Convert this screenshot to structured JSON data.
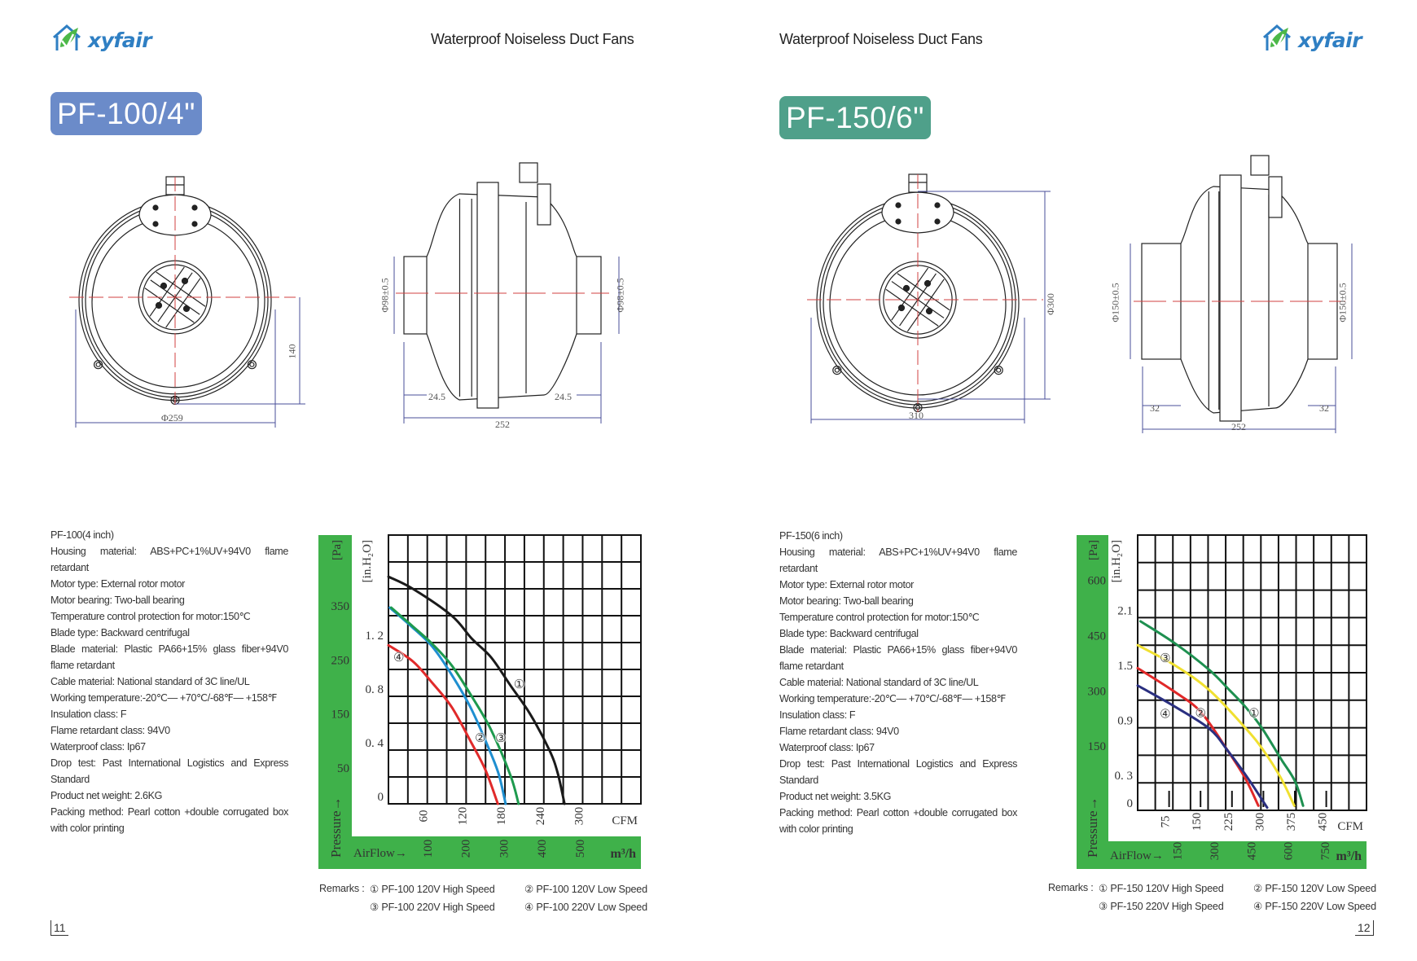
{
  "pages": [
    {
      "logo": "xyfair",
      "header": "Waterproof Noiseless Duct Fans",
      "model_badge": "PF-100/4\"",
      "badge_color": "#6b8bc9",
      "drawing_labels": {
        "front_width": "Φ259",
        "front_height": "140",
        "duct_left": "Φ98±0.5",
        "duct_right": "Φ98±0.5",
        "collar_left": "24.5",
        "collar_right": "24.5",
        "length": "252"
      },
      "specs": [
        "PF-100(4 inch)",
        "Housing material: ABS+PC+1%UV+94V0 flame retardant",
        "Motor type: External rotor motor",
        "Motor bearing: Two-ball bearing",
        "Temperature control protection for motor:150℃",
        "Blade type: Backward centrifugal",
        "Blade material: Plastic PA66+15% glass fiber+94V0 flame retardant",
        "Cable material: National standard of 3C line/UL",
        "Working temperature:-20℃— +70℃/-68℉— +158℉",
        "Insulation class: F",
        "Flame retardant class: 94V0",
        "Waterproof class: Ip67",
        "Drop test: Past International Logistics and Express Standard",
        "Product net weight: 2.6KG",
        "Packing method: Pearl cotton +double corrugated box with color printing"
      ],
      "remarks": {
        "prefix": "Remarks :",
        "items": [
          "① PF-100  120V  High Speed",
          "② PF-100  120V Low Speed",
          "③ PF-100  220V  High Speed",
          "④ PF-100  220V Low Speed"
        ]
      },
      "page_number": "11"
    },
    {
      "logo": "xyfair",
      "header": "Waterproof Noiseless Duct Fans",
      "model_badge": "PF-150/6\"",
      "badge_color": "#4fa08a",
      "drawing_labels": {
        "front_width": "310",
        "front_height": "Φ300",
        "duct_left": "Φ150±0.5",
        "duct_right": "Φ150±0.5",
        "collar_left": "32",
        "collar_right": "32",
        "length": "252"
      },
      "specs": [
        "PF-150(6 inch)",
        "Housing material: ABS+PC+1%UV+94V0 flame retardant",
        "Motor type: External rotor motor",
        "Motor bearing: Two-ball bearing",
        "Temperature control protection for motor:150℃",
        "Blade type: Backward centrifugal",
        "Blade material: Plastic PA66+15% glass fiber+94V0 flame retardant",
        "Cable material: National standard of 3C line/UL",
        "Working temperature:-20℃— +70℃/-68℉— +158℉",
        "Insulation class: F",
        "Flame retardant class: 94V0",
        "Waterproof class: Ip67",
        "Drop test: Past International Logistics and Express Standard",
        "Product net weight: 3.5KG",
        "Packing method: Pearl cotton +double corrugated box with color printing"
      ],
      "remarks": {
        "prefix": "Remarks :",
        "items": [
          "① PF-150  120V  High Speed",
          "② PF-150  120V Low Speed",
          "③ PF-150  220V  High Speed",
          "④ PF-150  220V Low Speed"
        ]
      },
      "page_number": "12"
    }
  ],
  "chart_data": [
    {
      "type": "line",
      "title": "",
      "xlabel": "AirFlow→",
      "ylabel": "Pressure→",
      "x_unit_primary": "CFM",
      "x_unit_secondary": "m³/h",
      "y_unit_primary": "[in.H₂O]",
      "y_unit_secondary": "[Pa]",
      "xlim": [
        0,
        390
      ],
      "ylim": [
        0,
        2.0
      ],
      "x_grid_step": 30,
      "y_grid_step": 0.2,
      "grid": true,
      "cfm_ticks": [
        60,
        120,
        180,
        240,
        300
      ],
      "m3h_ticks": [
        100,
        200,
        300,
        400,
        500
      ],
      "inh2o_ticks": [
        0,
        0.4,
        0.8,
        1.2
      ],
      "inh2o_tick_labels": [
        "0",
        "0. 4",
        "0. 8",
        "1. 2"
      ],
      "pa_ticks": [
        50,
        150,
        250,
        350
      ],
      "bottom_tick_marks": false,
      "series": [
        {
          "name": "PF-100 120V High Speed",
          "marker": "①",
          "color": "#1a1a1a",
          "label_at": [
            202,
            0.89
          ],
          "points": [
            [
              0,
              1.69
            ],
            [
              37.7,
              1.6
            ],
            [
              97.7,
              1.4
            ],
            [
              128.6,
              1.23
            ],
            [
              158.6,
              1.09
            ],
            [
              188.6,
              0.88
            ],
            [
              218.6,
              0.67
            ],
            [
              248.6,
              0.4
            ],
            [
              261.4,
              0.23
            ],
            [
              272,
              0
            ]
          ]
        },
        {
          "name": "PF-100 120V Low Speed",
          "marker": "②",
          "color": "#1f8fd0",
          "label_at": [
            142,
            0.49
          ],
          "points": [
            [
              2,
              1.46
            ],
            [
              37.7,
              1.31
            ],
            [
              67.7,
              1.17
            ],
            [
              97.7,
              0.96
            ],
            [
              128.6,
              0.7
            ],
            [
              158.6,
              0.37
            ],
            [
              171,
              0.21
            ],
            [
              181,
              0
            ]
          ]
        },
        {
          "name": "PF-100 220V High Speed",
          "marker": "③",
          "color": "#1e9a4e",
          "label_at": [
            173.6,
            0.49
          ],
          "points": [
            [
              4.3,
              1.46
            ],
            [
              37.7,
              1.32
            ],
            [
              67.7,
              1.19
            ],
            [
              97.7,
              1.03
            ],
            [
              128.6,
              0.8
            ],
            [
              158.6,
              0.55
            ],
            [
              188.6,
              0.21
            ],
            [
              201,
              0
            ]
          ]
        },
        {
          "name": "PF-100 220V Low Speed",
          "marker": "④",
          "color": "#e02a2a",
          "label_at": [
            16,
            1.09
          ],
          "points": [
            [
              0,
              1.18
            ],
            [
              37.7,
              1.06
            ],
            [
              67.7,
              0.9
            ],
            [
              97.7,
              0.72
            ],
            [
              128.6,
              0.45
            ],
            [
              150,
              0.25
            ],
            [
              169,
              0
            ]
          ]
        }
      ]
    },
    {
      "type": "line",
      "title": "",
      "xlabel": "AirFlow→",
      "ylabel": "Pressure→",
      "x_unit_primary": "CFM",
      "x_unit_secondary": "m³/h",
      "y_unit_primary": "[in.H₂O]",
      "y_unit_secondary": "[Pa]",
      "xlim": [
        0,
        546
      ],
      "ylim": [
        0,
        3.0
      ],
      "x_grid_step": 42,
      "y_grid_step": 0.3,
      "grid": true,
      "cfm_ticks": [
        75,
        150,
        225,
        300,
        375,
        450
      ],
      "m3h_ticks": [
        150,
        300,
        450,
        600,
        750
      ],
      "inh2o_ticks": [
        0,
        0.3,
        0.9,
        1.5,
        2.1
      ],
      "inh2o_tick_labels": [
        "0",
        "0. 3",
        "0.9",
        "1.5",
        "2.1"
      ],
      "pa_ticks": [
        150,
        300,
        450,
        600
      ],
      "bottom_tick_marks": true,
      "series": [
        {
          "name": "PF-150 120V High Speed",
          "marker": "①",
          "color": "#1e9050",
          "label_at": [
            277.6,
            1.06
          ],
          "points": [
            [
              6.6,
              2.06
            ],
            [
              88.8,
              1.82
            ],
            [
              171,
              1.53
            ],
            [
              217,
              1.32
            ],
            [
              256.6,
              1.13
            ],
            [
              296,
              0.9
            ],
            [
              342,
              0.56
            ],
            [
              375,
              0.32
            ],
            [
              394.7,
              0.05
            ]
          ]
        },
        {
          "name": "PF-150 120V Low Speed",
          "marker": "②",
          "color": "#e02828",
          "label_at": [
            150,
            1.06
          ],
          "points": [
            [
              0,
              1.55
            ],
            [
              88.8,
              1.29
            ],
            [
              151,
              1.07
            ],
            [
              215,
              0.65
            ],
            [
              256.6,
              0.35
            ],
            [
              288,
              0.05
            ]
          ]
        },
        {
          "name": "PF-150 220V High Speed",
          "marker": "③",
          "color": "#f0e030",
          "label_at": [
            65.8,
            1.66
          ],
          "points": [
            [
              0,
              1.8
            ],
            [
              88.8,
              1.58
            ],
            [
              171,
              1.31
            ],
            [
              256.6,
              0.9
            ],
            [
              299,
              0.66
            ],
            [
              342,
              0.35
            ],
            [
              373.7,
              0.05
            ]
          ]
        },
        {
          "name": "PF-150 220V Low Speed",
          "marker": "④",
          "color": "#2a2f80",
          "label_at": [
            65.8,
            1.05
          ],
          "points": [
            [
              0,
              1.36
            ],
            [
              88.8,
              1.13
            ],
            [
              171,
              0.89
            ],
            [
              215,
              0.65
            ],
            [
              263,
              0.35
            ],
            [
              309,
              0.03
            ]
          ]
        }
      ]
    }
  ]
}
